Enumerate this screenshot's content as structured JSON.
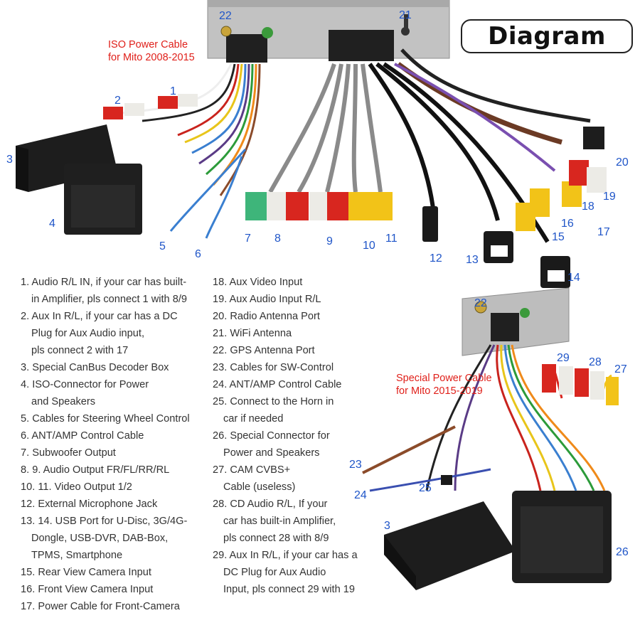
{
  "title": "Diagram",
  "captions": {
    "iso_cable": [
      "ISO Power Cable",
      "for Mito 2008-2015"
    ],
    "special_cable": [
      "Special Power Cable",
      "for Mito 2015-2019"
    ]
  },
  "top_numbers": [
    "1",
    "2",
    "3",
    "4",
    "5",
    "6",
    "7",
    "8",
    "9",
    "10",
    "11",
    "12",
    "13",
    "14",
    "15",
    "16",
    "17",
    "18",
    "19",
    "20",
    "21",
    "22"
  ],
  "bottom_numbers": [
    "22",
    "23",
    "24",
    "25",
    "26",
    "27",
    "28",
    "29",
    "3"
  ],
  "legend_left": [
    {
      "text": "1. Audio R/L IN, if your car has built-",
      "indent": false
    },
    {
      "text": "in Amplifier, pls connect 1 with 8/9",
      "indent": true
    },
    {
      "text": "2. Aux In R/L, if your car has a DC",
      "indent": false
    },
    {
      "text": "Plug for Aux Audio input,",
      "indent": true
    },
    {
      "text": "pls connect 2 with 17",
      "indent": true
    },
    {
      "text": "3. Special CanBus Decoder Box",
      "indent": false
    },
    {
      "text": "4. ISO-Connector for Power",
      "indent": false
    },
    {
      "text": "and Speakers",
      "indent": true
    },
    {
      "text": "5. Cables for Steering Wheel Control",
      "indent": false
    },
    {
      "text": "6. ANT/AMP Control Cable",
      "indent": false
    },
    {
      "text": "7. Subwoofer Output",
      "indent": false
    },
    {
      "text": "8. 9. Audio Output FR/FL/RR/RL",
      "indent": false
    },
    {
      "text": "10. 11. Video Output 1/2",
      "indent": false
    },
    {
      "text": "12. External Microphone Jack",
      "indent": false
    },
    {
      "text": "13. 14. USB Port for U-Disc, 3G/4G-",
      "indent": false
    },
    {
      "text": "Dongle, USB-DVR, DAB-Box,",
      "indent": true
    },
    {
      "text": "TPMS, Smartphone",
      "indent": true
    },
    {
      "text": "15. Rear View Camera Input",
      "indent": false
    },
    {
      "text": "16. Front View Camera Input",
      "indent": false
    },
    {
      "text": "17. Power Cable for Front-Camera",
      "indent": false
    }
  ],
  "legend_right": [
    {
      "text": "18. Aux Video Input",
      "indent": false
    },
    {
      "text": "19. Aux Audio Input R/L",
      "indent": false
    },
    {
      "text": "20. Radio Antenna Port",
      "indent": false
    },
    {
      "text": "21. WiFi Antenna",
      "indent": false
    },
    {
      "text": "22. GPS Antenna Port",
      "indent": false
    },
    {
      "text": "23. Cables for SW-Control",
      "indent": false
    },
    {
      "text": "24. ANT/AMP Control Cable",
      "indent": false
    },
    {
      "text": "25. Connect to the Horn in",
      "indent": false
    },
    {
      "text": "car if needed",
      "indent": true
    },
    {
      "text": "26. Special Connector for",
      "indent": false
    },
    {
      "text": "Power and Speakers",
      "indent": true
    },
    {
      "text": "27. CAM CVBS+",
      "indent": false
    },
    {
      "text": "Cable (useless)",
      "indent": true
    },
    {
      "text": "28. CD Audio R/L, If your",
      "indent": false
    },
    {
      "text": "car has built-in Amplifier,",
      "indent": true
    },
    {
      "text": "pls connect 28 with 8/9",
      "indent": true
    },
    {
      "text": "29. Aux In R/L, if your car has a",
      "indent": false
    },
    {
      "text": "DC Plug for Aux Audio",
      "indent": true
    },
    {
      "text": "Input, pls connect 29 with 19",
      "indent": true
    }
  ],
  "colors": {
    "label_blue": "#1f55c8",
    "caption_red": "#e0201a",
    "rca_red": "#d8261f",
    "rca_white": "#ecebe6",
    "rca_yellow": "#f2c318",
    "rca_green": "#3eb57a",
    "box_black": "#1d1d1d",
    "unit_silver": "#b9b9b9"
  }
}
